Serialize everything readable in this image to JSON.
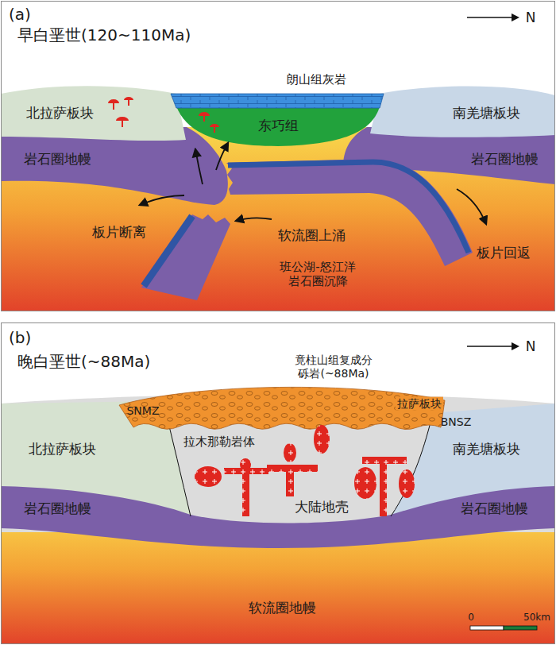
{
  "diagram": {
    "nodes": [
      {
        "text": [
          "(a)",
          "早白垩世(120~110Ma)"
        ]
      },
      {
        "text": [
          "(b)",
          "晚白垩世(~88Ma)"
        ]
      }
    ],
    "labels": [
      "N",
      "朗山组灰岩",
      "北拉萨板块",
      "东巧组",
      "南羌塘板块",
      "岩石圈地幔",
      "岩石圈地幔",
      "板片断离",
      "软流圈上涌",
      "板片回返",
      "班公湖-怒江洋 岩石圈沉降",
      "N",
      "竟柱山组复成分 砾岩(~88Ma)",
      "SNMZ",
      "拉萨板块",
      "BNSZ",
      "拉木那勒岩体",
      "北拉萨板块",
      "南羌塘板块",
      "大陆地壳",
      "岩石圈地幔",
      "岩石圈地幔",
      "软流圈地幔",
      "0",
      "50km"
    ]
  }
}
